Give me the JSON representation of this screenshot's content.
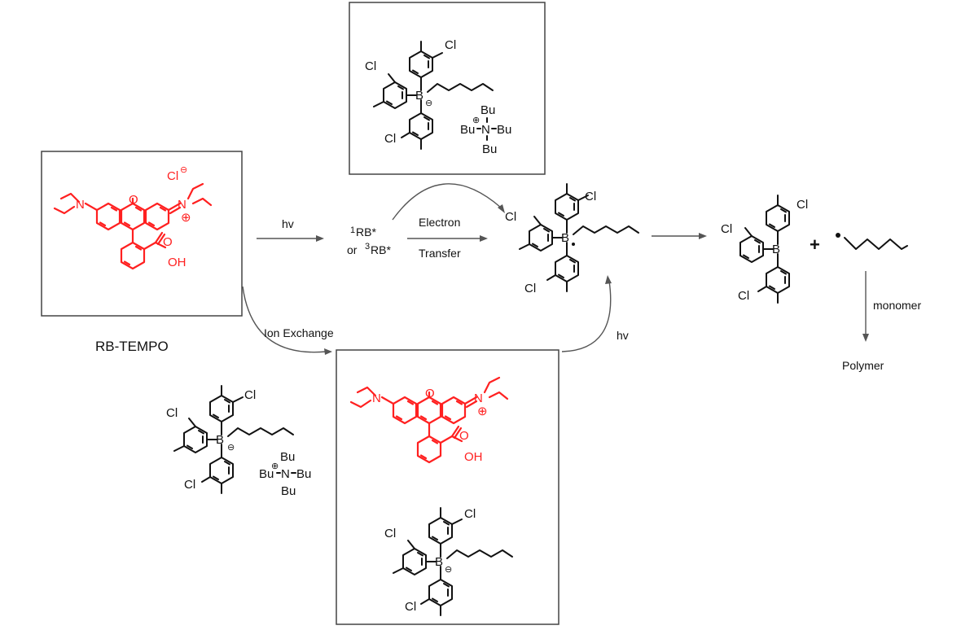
{
  "labels": {
    "hv_1": "hv",
    "rb_singlet_sup": "1",
    "rb_singlet": "RB*",
    "rb_or": "or ",
    "rb_triplet_sup": "3",
    "rb_triplet": "RB*",
    "electron": "Electron",
    "transfer": "Transfer",
    "ion_exchange": "Ion Exchange",
    "hv_2": "hv",
    "rb_tempo": "RB-TEMPO",
    "monomer": "monomer",
    "polymer": "Polymer",
    "plus": "+"
  },
  "atoms": {
    "cl": "Cl",
    "b": "B",
    "n": "N",
    "o": "O",
    "oh": "OH",
    "bu": "Bu",
    "minus": "⊖",
    "plus": "⊕"
  },
  "colors": {
    "dye": "#ff2020",
    "ink": "#111111",
    "frame": "#444444"
  }
}
